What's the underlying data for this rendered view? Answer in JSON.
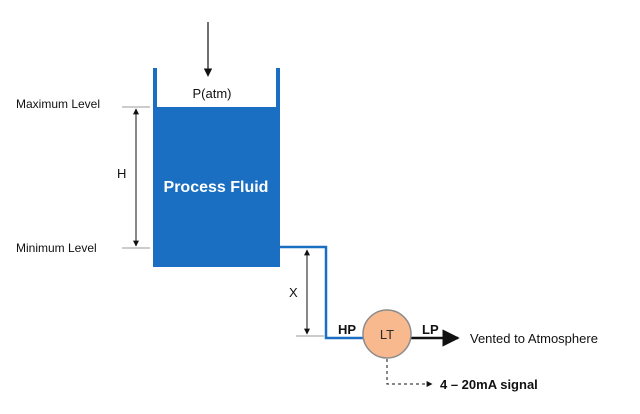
{
  "labels": {
    "pressure": "P(atm)",
    "fluid": "Process Fluid",
    "max_level": "Maximum Level",
    "min_level": "Minimum Level",
    "height": "H",
    "offset": "X",
    "high_pressure": "HP",
    "low_pressure": "LP",
    "transmitter": "LT",
    "vent": "Vented to Atmosphere",
    "signal": "4 – 20mA signal"
  },
  "colors": {
    "fluid": "#1a6fc2",
    "tank_wall": "#1a6fc2",
    "transmitter_fill": "#f7b98d",
    "transmitter_stroke": "#8c8c8c",
    "line": "#111111"
  }
}
